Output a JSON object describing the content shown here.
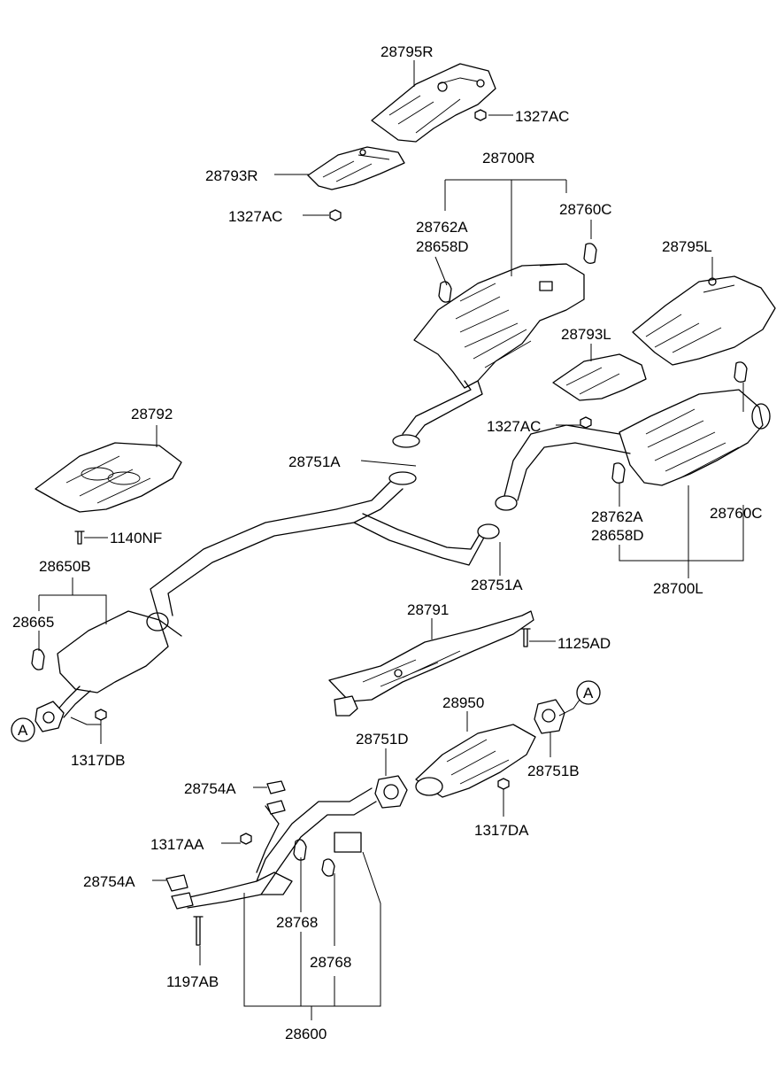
{
  "labels": {
    "heat_shield_rear_upper_r": "28795R",
    "nut_top_1": "1327AC",
    "heat_shield_rear_lower_r": "28793R",
    "nut_top_2": "1327AC",
    "muffler_assy_r": "28700R",
    "hanger_r_1": "28762A",
    "hanger_r_2": "28658D",
    "hanger_rubber_r": "28760C",
    "heat_shield_rear_upper_l": "28795L",
    "heat_shield_rear_lower_l": "28793L",
    "nut_mid": "1327AC",
    "heat_shield_center": "28792",
    "gasket_upper": "28751A",
    "bolt_shield": "1140NF",
    "center_muffler": "28650B",
    "hanger_center": "28665",
    "ref_a_left": "A",
    "nut_center": "1317DB",
    "gasket_lower": "28751A",
    "hanger_l_1": "28762A",
    "hanger_l_2": "28658D",
    "hanger_rubber_l": "28760C",
    "muffler_assy_l": "28700L",
    "heat_shield_front": "28791",
    "bolt_front_shield": "1125AD",
    "catalytic_converter": "28950",
    "ref_a_right": "A",
    "gasket_conv": "28751D",
    "gasket_b": "28751B",
    "gasket_manifold_1": "28754A",
    "nut_cat": "1317DA",
    "nut_front": "1317AA",
    "gasket_manifold_2": "28754A",
    "hanger_front_1": "28768",
    "hanger_front_2": "28768",
    "stud": "1197AB",
    "front_pipe_assy": "28600"
  }
}
